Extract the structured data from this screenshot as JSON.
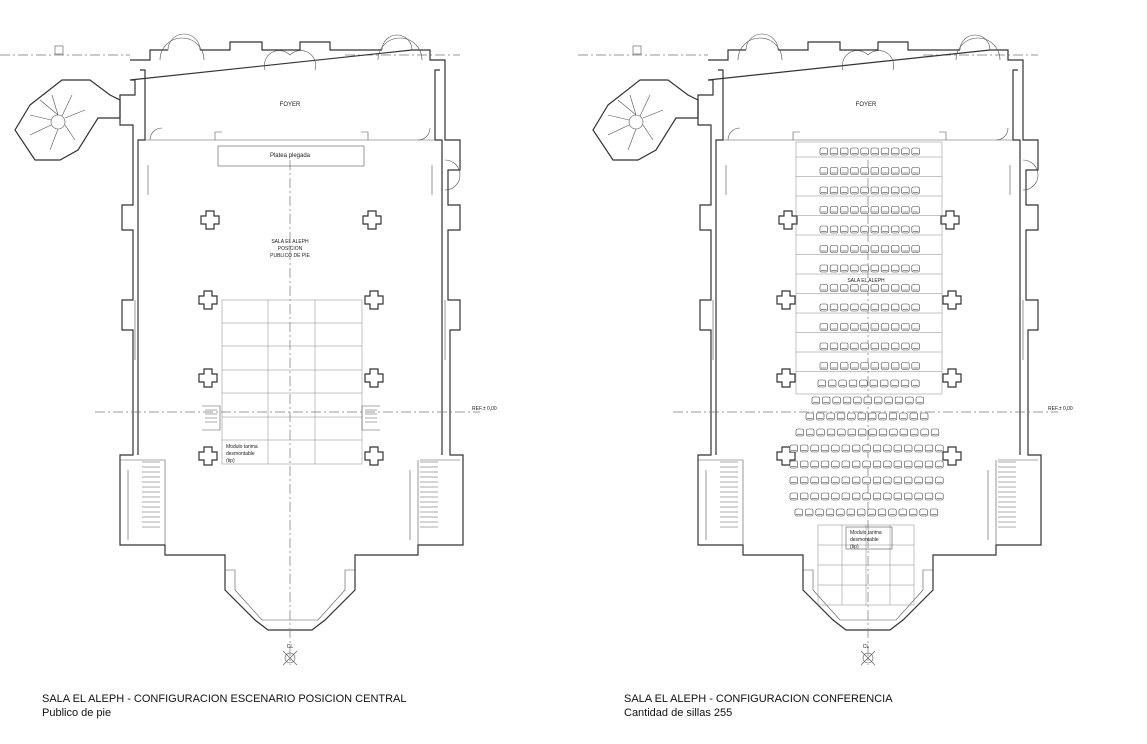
{
  "plan_left": {
    "foyer_label": "FOYER",
    "platea_label": "Platea plegada",
    "room_label_lines": [
      "SALA EL ALEPH",
      "POSICION",
      "PUBLICO DE PIE"
    ],
    "module_label_lines": [
      "Modulo tarima",
      "desmontable",
      "(tip)"
    ],
    "ref_label": "REF.± 0,00",
    "axis_label": "CL",
    "title": "SALA EL ALEPH - CONFIGURACION ESCENARIO POSICION CENTRAL",
    "subtitle": "Publico de pie"
  },
  "plan_right": {
    "foyer_label": "FOYER",
    "room_label": "SALA EL ALEPH",
    "module_label_lines": [
      "Modulo tarima",
      "desmontable",
      "(tip)"
    ],
    "ref_label": "REF.± 0,00",
    "axis_label": "CL",
    "title": "SALA EL ALEPH - CONFIGURACION CONFERENCIA",
    "subtitle": "Cantidad de sillas 255"
  }
}
